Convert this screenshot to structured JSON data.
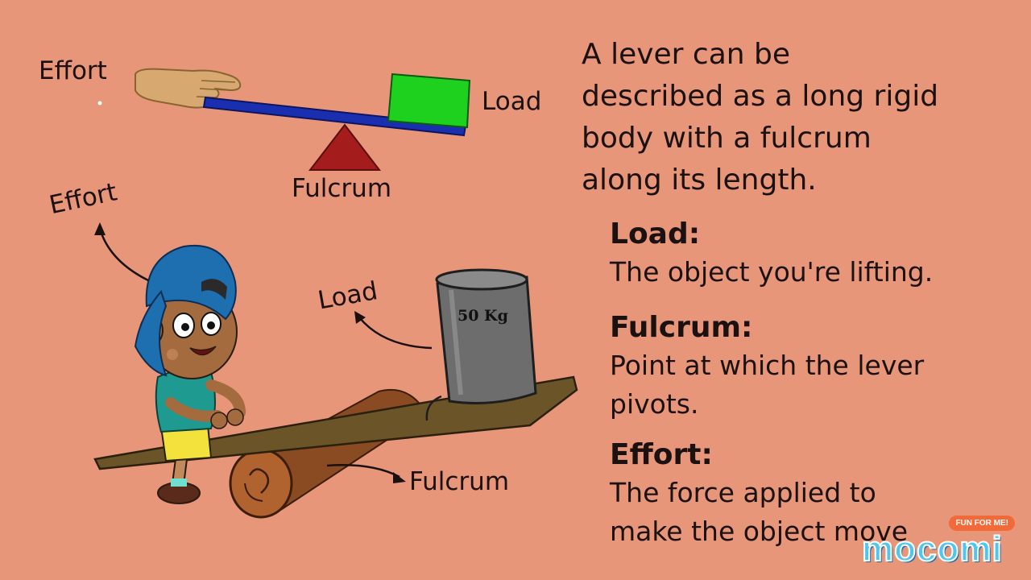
{
  "top_diagram": {
    "effort_label": "Effort",
    "load_label": "Load",
    "fulcrum_label": "Fulcrum"
  },
  "scene": {
    "effort_label": "Effort",
    "load_label": "Load",
    "fulcrum_label": "Fulcrum",
    "weight_label": "50 Kg"
  },
  "description": {
    "intro_lines": [
      "A lever can be",
      "described as a long rigid",
      "body with a fulcrum",
      "along its length."
    ],
    "terms": [
      {
        "term": "Load:",
        "definition_lines": [
          "The object you're lifting."
        ]
      },
      {
        "term": "Fulcrum:",
        "definition_lines": [
          "Point at which the lever",
          "pivots."
        ]
      },
      {
        "term": "Effort:",
        "definition_lines": [
          "The force applied to",
          "make the object move"
        ]
      }
    ]
  },
  "logo": {
    "name": "mocomi",
    "tagline": "FUN FOR ME!"
  },
  "colors": {
    "background": "#e8967a",
    "lever_bar": "#1a2fb0",
    "load_box": "#1fd11f",
    "fulcrum_triangle": "#a51c1c",
    "plank": "#6b5528",
    "log": "#8a4a22",
    "weight": "#6d6d6d"
  }
}
